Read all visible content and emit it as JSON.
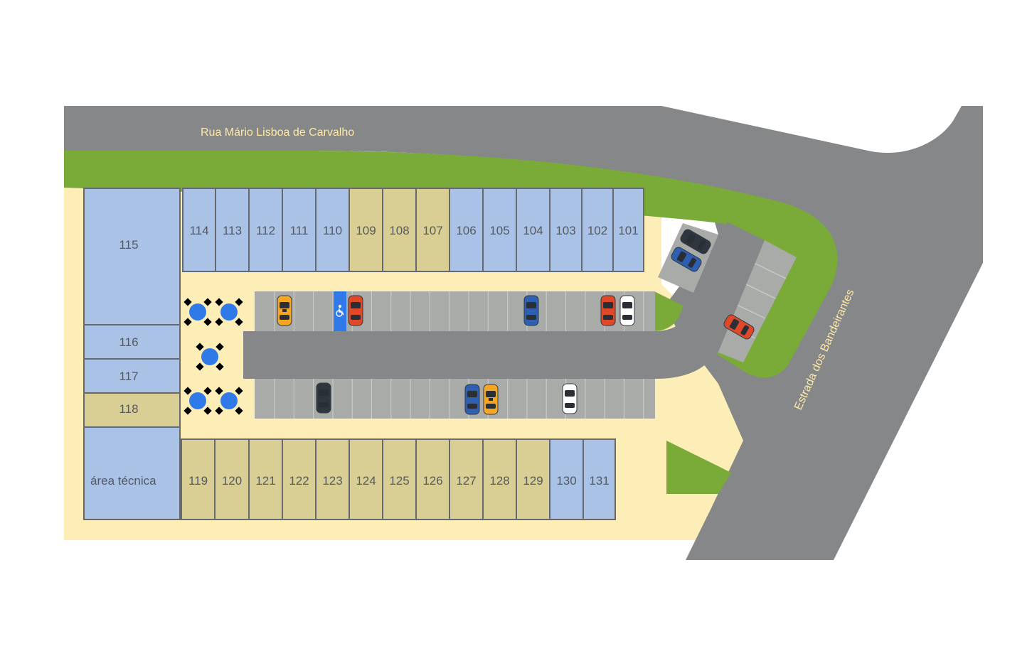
{
  "roads": {
    "top_street": "Rua Mário Lisboa de Carvalho",
    "side_street": "Estrada dos Bandeirantes"
  },
  "colors": {
    "road": "#858788",
    "grass": "#7aab38",
    "ground": "#fdeeb8",
    "unit_blue": "#a9c2e6",
    "unit_khaki": "#d9cf95",
    "unit_border": "#666a70",
    "parking_bay": "#a9aba9",
    "bay_line": "#c8cac8",
    "accessible_spot": "#2f7ae8",
    "table": "#2f7ae8"
  },
  "units": {
    "top_row": [
      {
        "id": "114",
        "status": "available"
      },
      {
        "id": "113",
        "status": "available"
      },
      {
        "id": "112",
        "status": "available"
      },
      {
        "id": "111",
        "status": "available"
      },
      {
        "id": "110",
        "status": "available"
      },
      {
        "id": "109",
        "status": "occupied"
      },
      {
        "id": "108",
        "status": "occupied"
      },
      {
        "id": "107",
        "status": "occupied"
      },
      {
        "id": "106",
        "status": "available"
      },
      {
        "id": "105",
        "status": "available"
      },
      {
        "id": "104",
        "status": "available"
      },
      {
        "id": "103",
        "status": "available"
      },
      {
        "id": "102",
        "status": "available"
      },
      {
        "id": "101",
        "status": "available"
      }
    ],
    "left_column": [
      {
        "id": "115",
        "status": "available"
      },
      {
        "id": "116",
        "status": "available"
      },
      {
        "id": "117",
        "status": "available"
      },
      {
        "id": "118",
        "status": "occupied"
      },
      {
        "id": "área técnica",
        "status": "available"
      }
    ],
    "bottom_row": [
      {
        "id": "119",
        "status": "occupied"
      },
      {
        "id": "120",
        "status": "occupied"
      },
      {
        "id": "121",
        "status": "occupied"
      },
      {
        "id": "122",
        "status": "occupied"
      },
      {
        "id": "123",
        "status": "occupied"
      },
      {
        "id": "124",
        "status": "occupied"
      },
      {
        "id": "125",
        "status": "occupied"
      },
      {
        "id": "126",
        "status": "occupied"
      },
      {
        "id": "127",
        "status": "occupied"
      },
      {
        "id": "128",
        "status": "occupied"
      },
      {
        "id": "129",
        "status": "occupied"
      },
      {
        "id": "130",
        "status": "available"
      },
      {
        "id": "131",
        "status": "available"
      }
    ]
  },
  "parked_cars": [
    {
      "color": "#f5a623",
      "type": "taxi"
    },
    {
      "color": "#e0482a",
      "type": "car"
    },
    {
      "color": "#2f5fb0",
      "type": "car"
    },
    {
      "color": "#e0482a",
      "type": "car"
    },
    {
      "color": "#ffffff",
      "type": "car"
    },
    {
      "color": "#2e3640",
      "type": "car"
    },
    {
      "color": "#2f5fb0",
      "type": "car"
    },
    {
      "color": "#f5a623",
      "type": "taxi"
    },
    {
      "color": "#ffffff",
      "type": "car"
    },
    {
      "color": "#2e3640",
      "type": "car"
    },
    {
      "color": "#2f5fb0",
      "type": "car"
    },
    {
      "color": "#e0482a",
      "type": "car"
    }
  ],
  "icons": {
    "accessible_spot": "wheelchair-icon",
    "table": "table-with-chairs-icon"
  }
}
